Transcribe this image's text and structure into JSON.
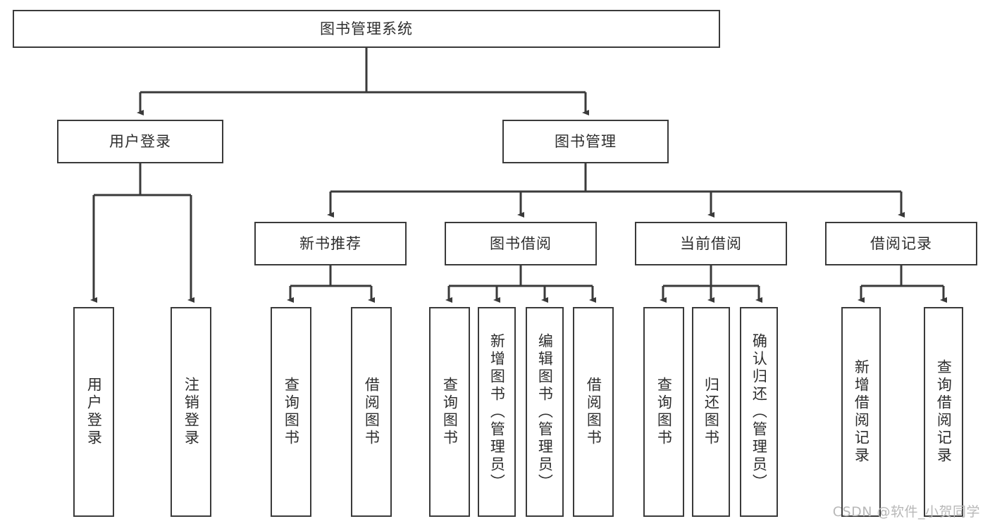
{
  "diagram": {
    "title": "图书管理系统",
    "type": "tree-hierarchy-diagram",
    "colors": {
      "box_border": "#3a3a3a",
      "box_fill": "#ffffff",
      "text": "#2e2e2e",
      "connector": "#3a3a3a",
      "watermark": "#b8b8b8"
    },
    "nodes": {
      "root": {
        "label": "图书管理系统"
      },
      "level2": [
        {
          "label": "用户登录"
        },
        {
          "label": "图书管理"
        }
      ],
      "level3": [
        {
          "label": "新书推荐"
        },
        {
          "label": "图书借阅"
        },
        {
          "label": "当前借阅"
        },
        {
          "label": "借阅记录"
        }
      ],
      "leaves": [
        {
          "label": "用户登录",
          "parent": "用户登录"
        },
        {
          "label": "注销登录",
          "parent": "用户登录"
        },
        {
          "label": "查询图书",
          "parent": "新书推荐"
        },
        {
          "label": "借阅图书",
          "parent": "新书推荐"
        },
        {
          "label": "查询图书",
          "parent": "图书借阅"
        },
        {
          "label": "新增图书（管理员）",
          "parent": "图书借阅"
        },
        {
          "label": "编辑图书（管理员）",
          "parent": "图书借阅"
        },
        {
          "label": "借阅图书",
          "parent": "图书借阅"
        },
        {
          "label": "查询图书",
          "parent": "当前借阅"
        },
        {
          "label": "归还图书",
          "parent": "当前借阅"
        },
        {
          "label": "确认归还（管理员）",
          "parent": "当前借阅"
        },
        {
          "label": "新增借阅记录",
          "parent": "借阅记录"
        },
        {
          "label": "查询借阅记录",
          "parent": "借阅记录"
        }
      ]
    }
  },
  "watermark": {
    "text": "CSDN @软件_小贺同学"
  }
}
